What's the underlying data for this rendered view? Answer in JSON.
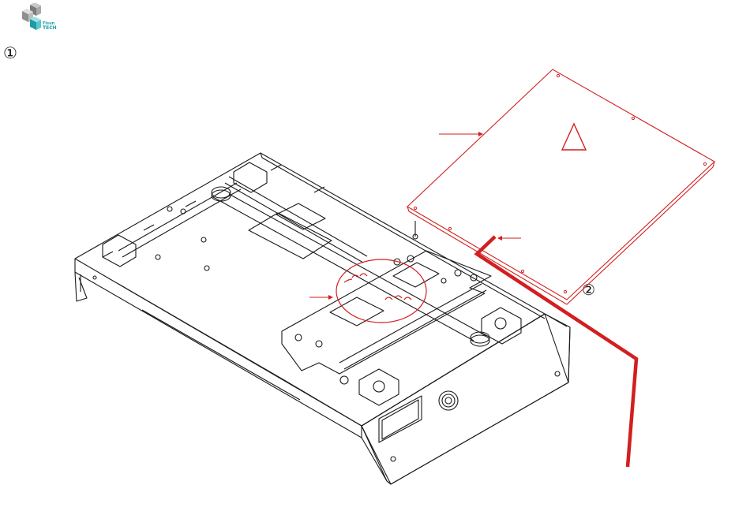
{
  "logo": {
    "brand_small": "Flsun",
    "brand_big": "TECH",
    "accent": "#2fb3bd"
  },
  "steps": {
    "step1": "①",
    "step2": "②"
  },
  "colors": {
    "line": "#1a1a1a",
    "highlight": "#d21f1f"
  },
  "icons": [
    "brand-logo-icon",
    "warning-triangle-icon",
    "arrow-icon"
  ]
}
